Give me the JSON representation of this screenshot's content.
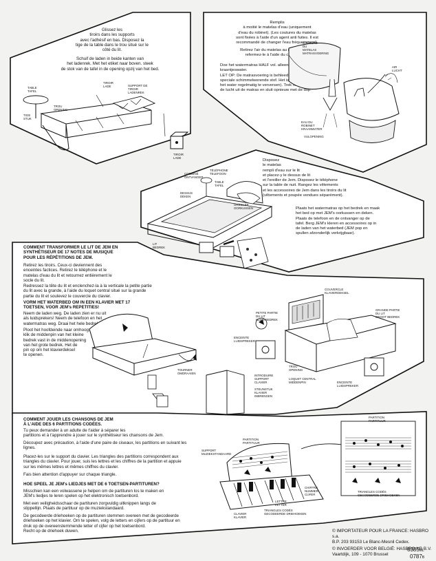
{
  "panel1": {
    "text": "Glissez les\ntiroirs dans les supports\navec l'adhésif en bas. Disposez la\ntige de la table dans le trou situé sur le\ncôté du lit.",
    "text_nl": "Schuif de laden in beide kanten van\nhet ladenrek. Met het etiket naar boven. steek\nde stok van de tafel in de opening opzij van het bed.",
    "labels": {
      "table": "TABLE\nTAFEL",
      "trou": "TROU\nOPENING",
      "tige": "TIGE\nSTUK",
      "tiroir_top": "TIROIR\nLADE",
      "support": "SUPPORT DE\nTIROIR\nLADENREK",
      "tiroir_bottom": "TIROIR\nLADE"
    }
  },
  "panel2": {
    "text": "Remplis\nà moitié le matelas d'eau (uniquement\nd'eau du robinet). (Les coutures du matelas\nsont fixées à l'aide d'un agent anti fuites. Il est\nrecommandé de changer l'eau fréquemment).",
    "text2": "Retirez l'air du matelas au maximum et\nrefermez-le à l'aide du capuchon.",
    "text_nl": "Doe het watermatras HALF vol. alleen met\nkraantjeswater.\nLET OP: De matrasvoering is behleed met een\nspeciale schimmelwerende stof. Het is aan te bevelen,\nhet water regelmatig te verversen). Trek maximaal\nde lucht uit de matras en sluit opnieuw met de dop.",
    "labels": {
      "couture": "COUTURE\nDU\nMATELAS\nMATRASVOERING",
      "air": "AIR\nLUCHT",
      "eau": "EAU DU\nROBINET\nKRAANWATER",
      "veloppening": "VULOPENING"
    }
  },
  "panel3": {
    "text": "Disposez\nle matelas\nrempli d'eau sur le lit\net placez-y le dessus de lit\net l'oreiller de Jem. Disposez le téléphone\nsur la table de nuit. Rangez les vêtements\net les accessoires de Jem dans les tiroirs du lit\n(vêtements et poupée vendues séparément).",
    "text_nl": "Plaats het watermatras op het bedrek en maak\nhet bed op met JEM's oorkussen en deken.\nPlaats de telefoon en de ontvanger op de\ntafel. Berg JEM's kleren en accessoires op in\nde laden van het waterbed (JEM pop en\nspullen afzonderlijk verkrijgbaar).",
    "labels": {
      "combine": "COMBINÉ\nONTVANGER",
      "telephone": "TÉLÉPHONE\nTELEFOON",
      "table": "TABLE\nTAFEL",
      "dessus": "DESSUS\nDEKEN",
      "oreiller": "OREILLER\nOORKUSSEN",
      "lit": "LIT\nBEDREK"
    }
  },
  "panel4": {
    "heading": "COMMENT TRANSFORMER LE LIT DE JEM EN\nSYNTHÉTISEUR DE 17 NOTES DE MUSIQUE\nPOUR LES RÉPÉTITIONS DE JEM.",
    "p1": "Retirez les tiroirs. Ceux-ci deviennent des\nenceintes factices. Retirez le téléphone et le\nmatelas d'eau du lit et retournez entièrement le\nsocle du lit.",
    "p2": "Redressez la tête du lit et enclenchez-la à la verticale la petite partie\ndu lit avec la grande, à l'aide du loquet central situé sur la grande\npartie du lit et soulevez le couvercle du clavier.",
    "heading_nl": "VORM HET WATERBED OM IN EEN KLAVIER MET 17\nTOETSEN, VOOR JEM's REPETITIES!",
    "p_nl1": "Neem de laden weg. De laden zien er nu uit\nals luidsprekers! Neem de telefoon en het\nwatermatras weg. Draai het hele bedrek om.",
    "p_nl2": "Ploot het hoofdeinde naar omhoog. en\nklik de middenpin van het kleine\nbedrek vast in de middenopening\nvan het grote bedrek. Het de\npin op om het klavierdeksel\nte openen.",
    "labels": {
      "couvercle": "COUVERCLE\nKLAVIERDEKSEL",
      "petite": "PETITE PARTIE\nDU LIT\nKLEIN BEDREK",
      "grande": "GRANDE PARTIE\nDU LIT\nGROOT BEDREK",
      "enceinte1": "ENCEINTE\nLUIDSPREKER",
      "trou": "TROU\nOPENING",
      "tourner": "TOURNER\nOMDRAAIEN",
      "introduire": "INTRODUIRE\nSUPPORT\nCLAVIER",
      "steunstuk": "STEUNSTUK\nKLAVIER\nINBRENGEN",
      "loquet": "LOQUET CENTRAL\nMIDDENPIN",
      "enceinte2": "ENCEINTE\nLUIDSPREKER"
    }
  },
  "panel5": {
    "heading": "COMMENT JOUER LES CHANSONS DE JEM\nÀ L'AIDE DES 6 PARTITIONS CODÉES.",
    "p1": "Tu peux demander à un adulte de t'aider à séparer les\npartitions et à t'apprendre à jouer sur le synthétiseur les chansons de Jem.",
    "p2": "Découpez avec précaution, à l'aide d'une paire de ciseaux, les partitions en suivant les\nlignes.",
    "p3": "Placez-les sur le support du clavier. Les triangles des partitions correspondent aux\ntriangles du clavier. Pour jouer, suis les lettres et les chiffres de la partition et appuie\nsur les mêmes lettres et mêmes chiffres du clavier.",
    "p4": "Fais bien attention d'appuyer sur chaque triangle.",
    "heading_nl": "HOE SPEEL JE JEM's LIEDJES MET DE 6 TOETSEN-PARTITUREN?",
    "p_nl1": "Misschien kan een volwassene je helpen om de partituren los te maken en\nJEM's liedjes te leren spelen op het elektronisch toetsenbord.",
    "p_nl2": "Met een veiligheidsschaar de partituren zorgvuldig uitknippen langs de\nstippellijn. Plaats de partituur op de muziekstandaard.",
    "p_nl3": "De gecodeerde driehoeken op de partituren stemmen overeen met de gecodeerde\ndriehoeken op het klavier. Om te spelen, volg de letters en cijfers op de partituur en\ndruk op de overeenstemmende letter of cijfer op het toetsenbord.\nRecht op de driehoek duwen.",
    "labels": {
      "partition": "PARTITION\nPARTITUUR",
      "support": "SUPPORT\nMUZIEKSTANDAARD",
      "chiffre": "CHIFFRE\nNUMMER\nCIJFER",
      "lettre": "LETTRE\nLETTER",
      "triangles": "TRIANGLES CODÉS\nGECODEERDE DRIEHOEKEN",
      "clavier": "CLAVIER\nKLAVIER",
      "partition2": "PARTITION\nPARTITUUR",
      "triangles2": "TRIANGLES CODÉS\nGECODEERDE DRIEHOEKEN"
    }
  },
  "footer": {
    "fr_line1": "© IMPORTATEUR POUR LA FRANCE: HASBRO s.a.",
    "fr_line2": "B.P. 203 93153 Le Blanc-Mesnil Cedex.",
    "be_line1": "© INVOERDER VOOR BELGIË: HASBRO NB B.V.",
    "be_line2": "Vaartdijk, 109 - 1070 Brussel",
    "code1": "6385",
    "code1_suffix": "ML",
    "code2": "0787",
    "code2_suffix": "B"
  }
}
